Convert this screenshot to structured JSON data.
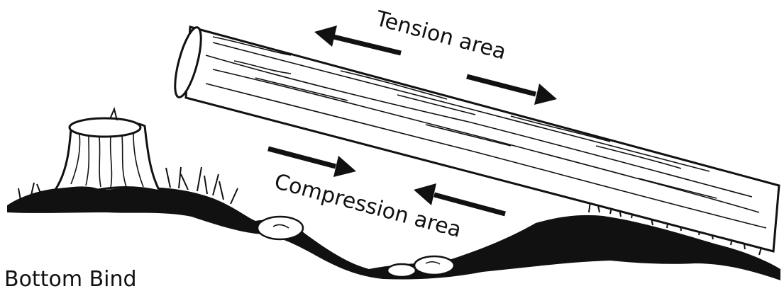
{
  "labels": {
    "tension": "Tension area",
    "compression": "Compression area",
    "caption": "Bottom Bind"
  },
  "colors": {
    "ink": "#111111",
    "paper": "#ffffff"
  },
  "icons": {
    "stump": "tree-stump-illustration",
    "log": "log-illustration",
    "ground": "ground-illustration",
    "rocks": "rock-illustration",
    "arrows": "arrow-icon"
  }
}
